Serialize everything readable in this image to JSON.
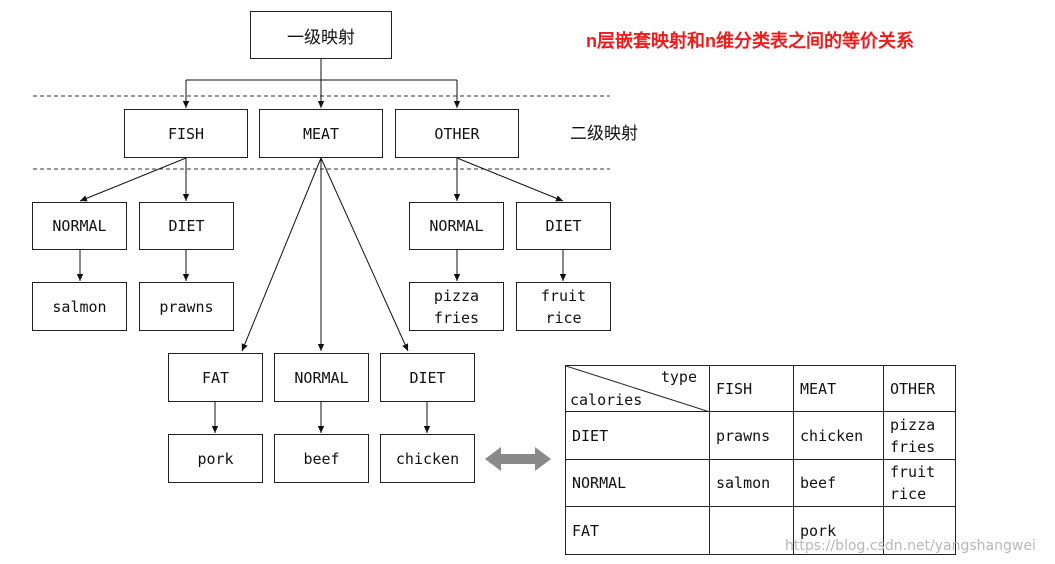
{
  "title": "n层嵌套映射和n维分类表之间的等价关系",
  "level2_label": "二级映射",
  "root": {
    "label": "一级映射"
  },
  "level1": {
    "fish": "FISH",
    "meat": "MEAT",
    "other": "OTHER"
  },
  "fish": {
    "normal": "NORMAL",
    "diet": "DIET",
    "normal_items": [
      "salmon"
    ],
    "diet_items": [
      "prawns"
    ]
  },
  "meat": {
    "fat": "FAT",
    "normal": "NORMAL",
    "diet": "DIET",
    "fat_items": [
      "pork"
    ],
    "normal_items": [
      "beef"
    ],
    "diet_items": [
      "chicken"
    ]
  },
  "other": {
    "normal": "NORMAL",
    "diet": "DIET",
    "normal_items": [
      "pizza",
      "fries"
    ],
    "diet_items": [
      "fruit",
      "rice"
    ]
  },
  "table": {
    "corner_top": "type",
    "corner_bottom": "calories",
    "columns": [
      "FISH",
      "MEAT",
      "OTHER"
    ],
    "rows": [
      {
        "label": "DIET",
        "cells": [
          "prawns",
          "chicken",
          "pizza\nfries"
        ]
      },
      {
        "label": "NORMAL",
        "cells": [
          "salmon",
          "beef",
          "fruit\nrice"
        ]
      },
      {
        "label": "FAT",
        "cells": [
          "",
          "pork",
          ""
        ]
      }
    ]
  },
  "watermark": "https://blog.csdn.net/yangshangwei",
  "colors": {
    "title": "#ee1c1c",
    "arrow": "#8a8a8a",
    "line": "#222222"
  }
}
